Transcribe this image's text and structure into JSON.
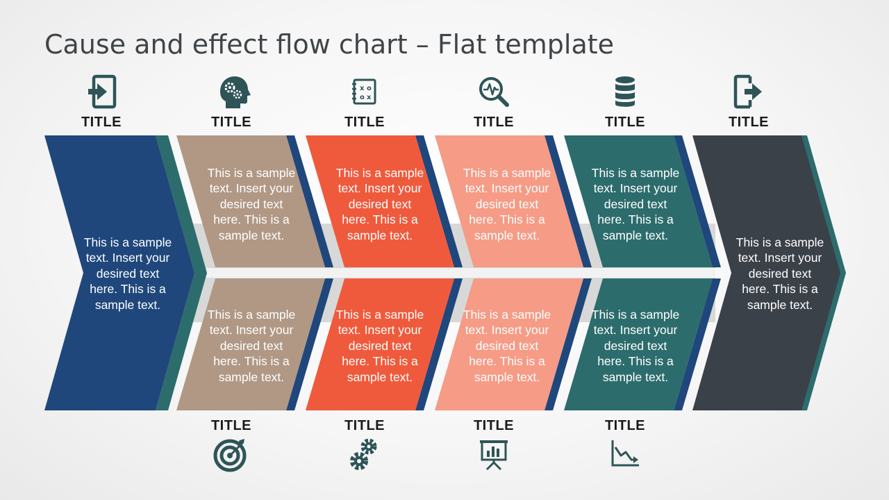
{
  "slide": {
    "title": "Cause and effect flow chart – Flat template"
  },
  "colors": {
    "navy": "#1f477b",
    "taupe": "#b09885",
    "orange": "#ef5a3c",
    "salmon": "#f59b86",
    "teal": "#2d6c6d",
    "charcoal": "#3b4149",
    "icon": "#2e5457",
    "spine": "#d8d8d8"
  },
  "top_labels": [
    "TITLE",
    "TITLE",
    "TITLE",
    "TITLE",
    "TITLE",
    "TITLE"
  ],
  "top_icons": [
    "enter-icon",
    "brain-gears-icon",
    "strategy-board-icon",
    "magnifier-pulse-icon",
    "database-icon",
    "exit-icon"
  ],
  "bottom_labels": [
    "TITLE",
    "TITLE",
    "TITLE",
    "TITLE"
  ],
  "bottom_icons": [
    "target-icon",
    "gears-icon",
    "presentation-chart-icon",
    "decline-chart-icon"
  ],
  "texts": {
    "cause": "This is a sample text. Insert your desired text here. This is a sample text.",
    "effect": "This is a sample text. Insert your desired text here. This is a sample text.",
    "top": [
      "This is a sample text. Insert your desired text here. This is a sample text.",
      "This is a sample text. Insert your desired text here. This is a sample text.",
      "This is a sample text. Insert your desired text here. This is a sample text.",
      "This is a sample text. Insert your desired text here. This is a sample text."
    ],
    "bottom": [
      "This is a sample text. Insert your desired text here. This is a sample text.",
      "This is a sample text. Insert your desired text here. This is a sample text.",
      "This is a sample text. Insert your desired text here. This is a sample text.",
      "This is a sample text. Insert your desired text here. This is a sample text."
    ]
  }
}
